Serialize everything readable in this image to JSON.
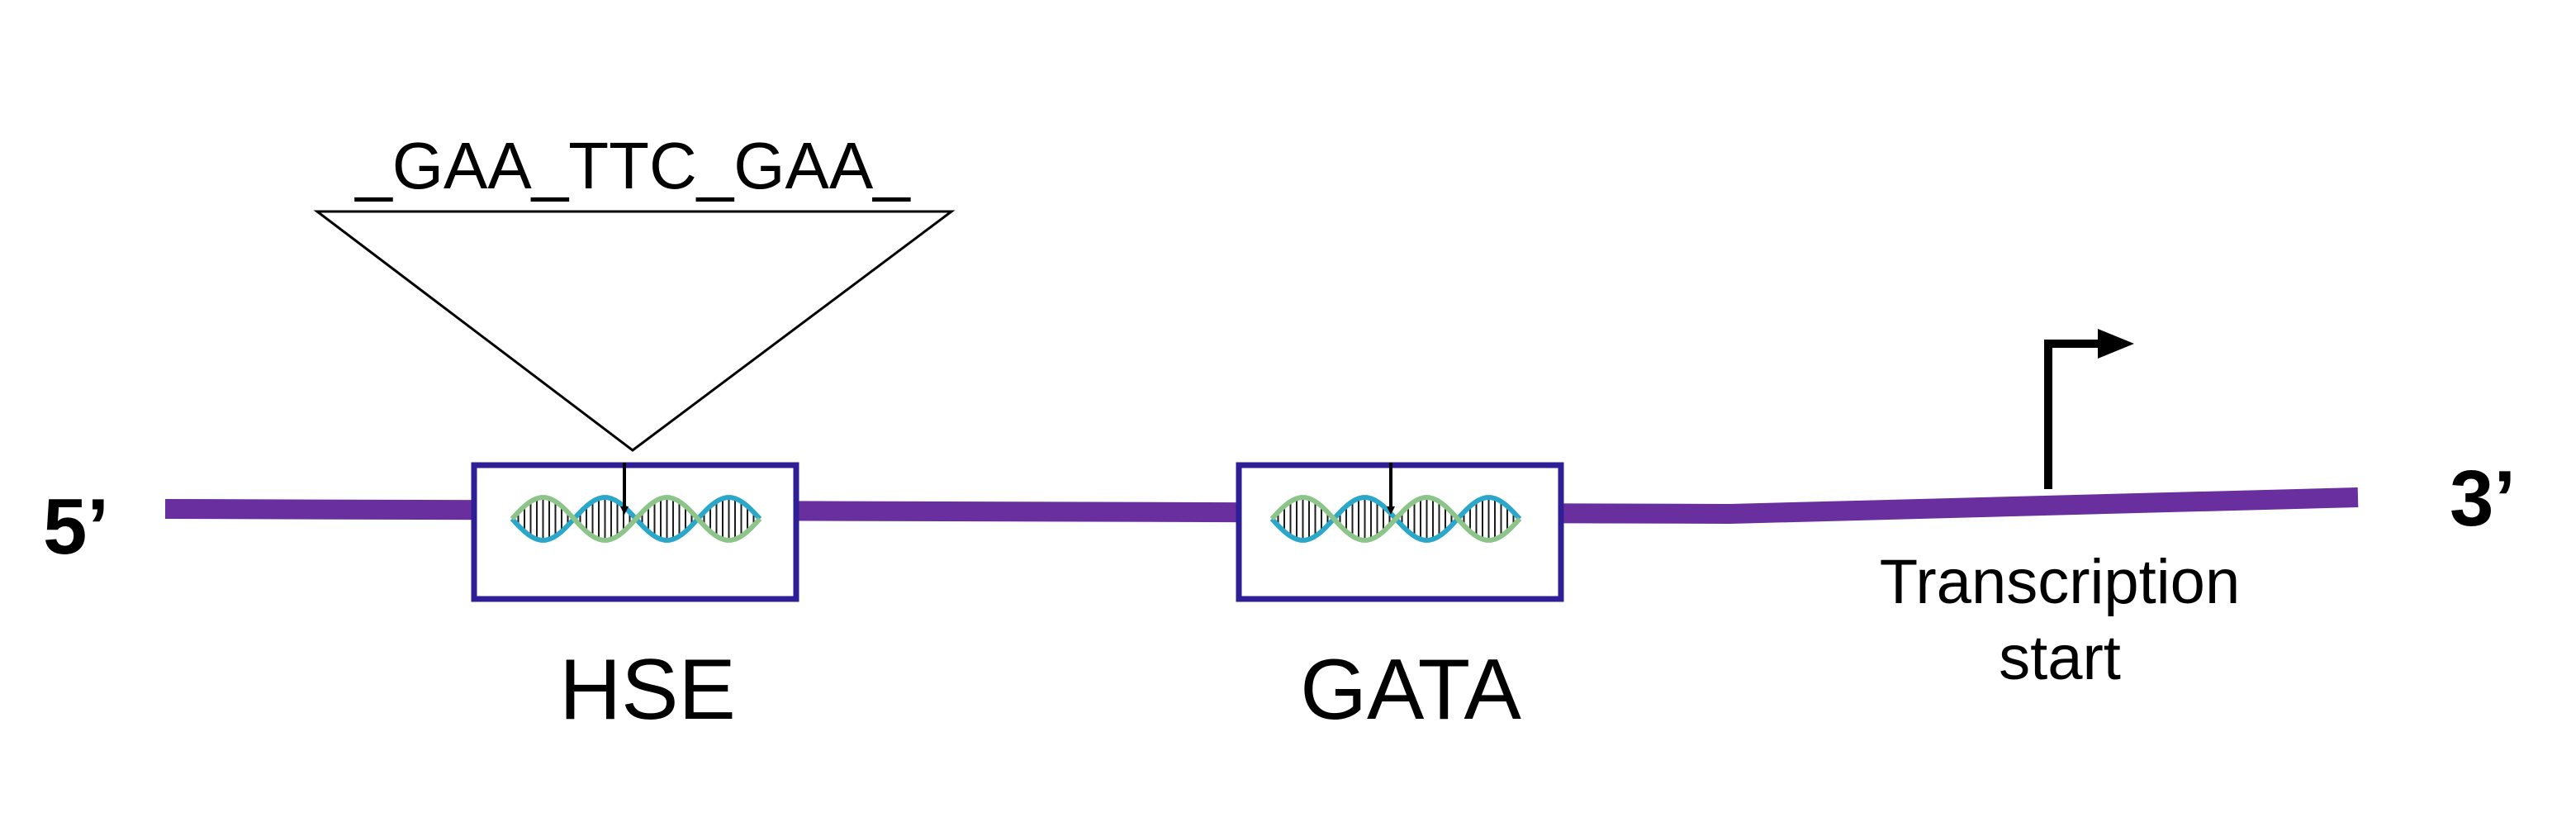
{
  "colors": {
    "dna_line": "#6a2f9e",
    "box_border": "#2e1f96",
    "helix_cyan": "#2aa7c9",
    "helix_green": "#8cc48a",
    "helix_dark": "#1c1c1c",
    "text": "#000000"
  },
  "strand": {
    "five_prime": "5’",
    "three_prime": "3’"
  },
  "elements": [
    {
      "label": "HSE",
      "icon": "dna-helix-icon"
    },
    {
      "label": "GATA",
      "icon": "dna-helix-icon"
    }
  ],
  "sequence": "_GAA_TTC_GAA_",
  "transcription": {
    "line1": "Transcription",
    "line2": "start",
    "icon": "bent-arrow-icon"
  }
}
